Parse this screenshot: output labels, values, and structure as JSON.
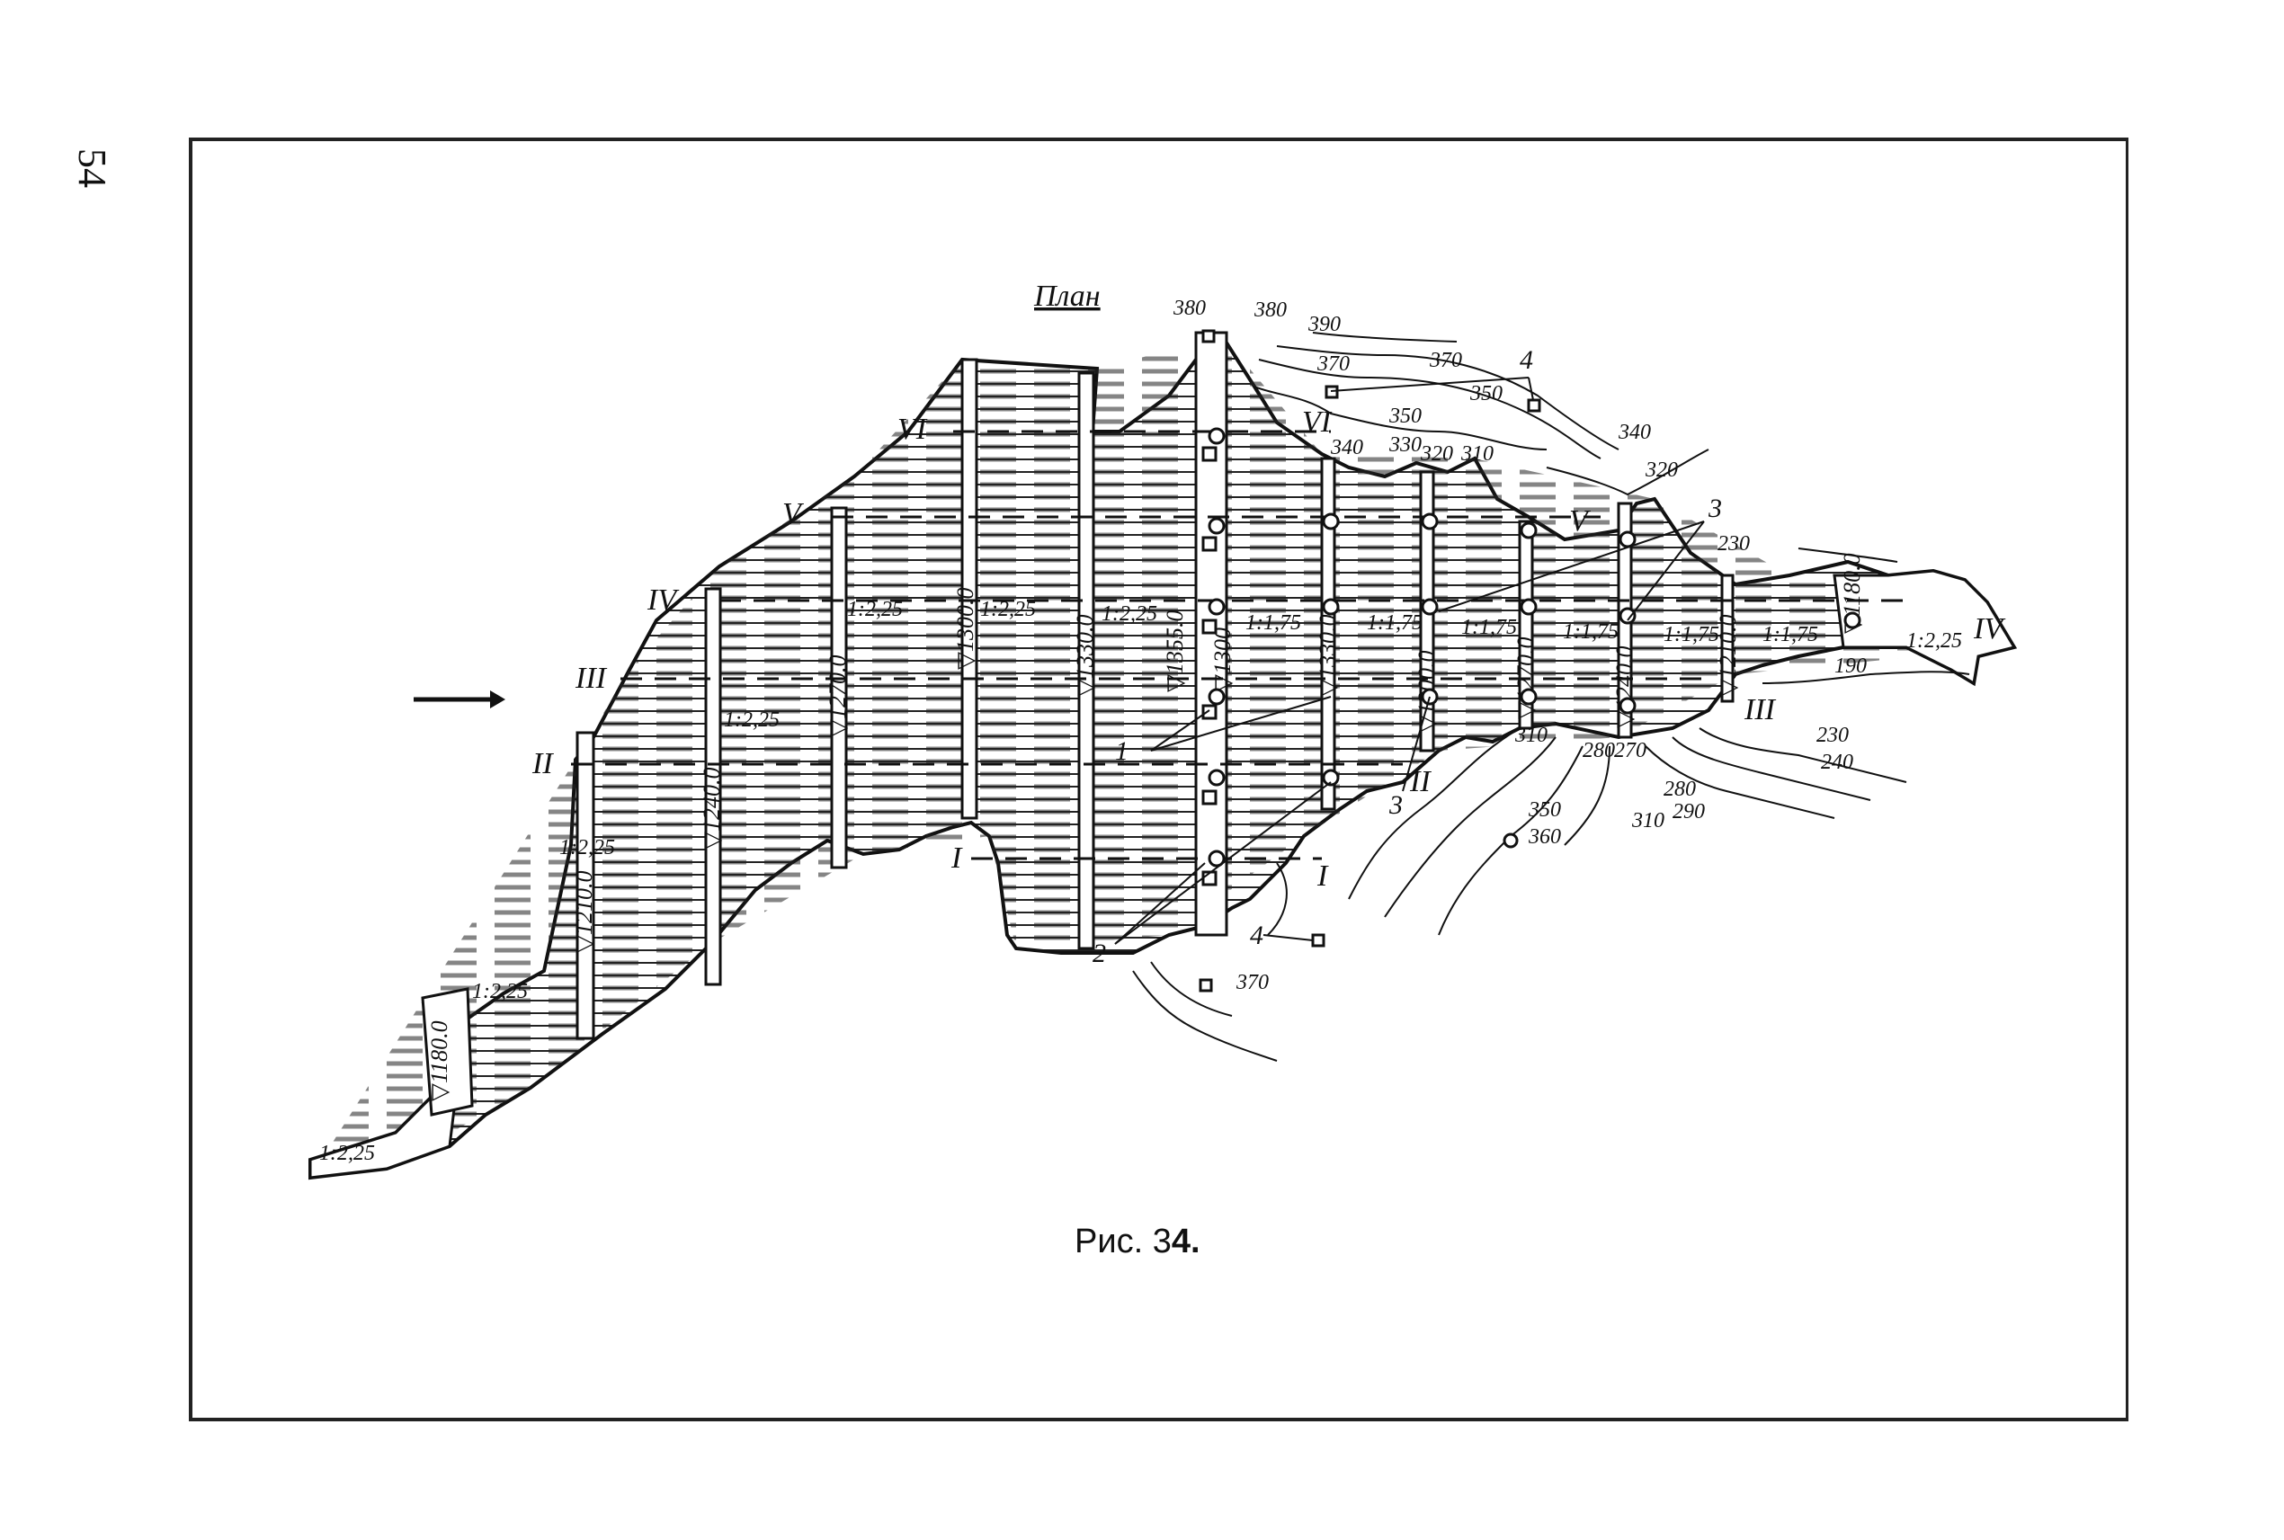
{
  "page_number": "54",
  "plan_label": "План",
  "caption_prefix": "Рис. 3",
  "caption_number": "4.",
  "roman": [
    "I",
    "II",
    "III",
    "IV",
    "V",
    "VI"
  ],
  "marks": [
    "▽1180.0",
    "▽1210.0",
    "▽1240.0",
    "▽1270.0",
    "▽1300.0",
    "▽1330.0",
    "▽1355.0",
    "▽1300",
    "▽1330.0",
    "▽1300.0",
    "▽1270.0",
    "▽1240.0",
    "▽1210.0",
    "▽1180.0"
  ],
  "slopes": [
    "1:2,25",
    "1:2,25",
    "1:2,25",
    "1:2,25",
    "1:2,25",
    "1:2,25",
    "1:2,25",
    "1:1,75",
    "1:1,75",
    "1:1,75",
    "1:1,75",
    "1:1,75",
    "1:1,75",
    "1:2,25"
  ],
  "contours": [
    "380",
    "380",
    "390",
    "370",
    "370",
    "350",
    "350",
    "340",
    "330",
    "320",
    "310",
    "340",
    "320",
    "230",
    "190",
    "230",
    "240",
    "310",
    "280",
    "270",
    "280",
    "290",
    "310",
    "350",
    "360",
    "370"
  ],
  "callouts": [
    "1",
    "2",
    "3",
    "3",
    "4",
    "4"
  ]
}
